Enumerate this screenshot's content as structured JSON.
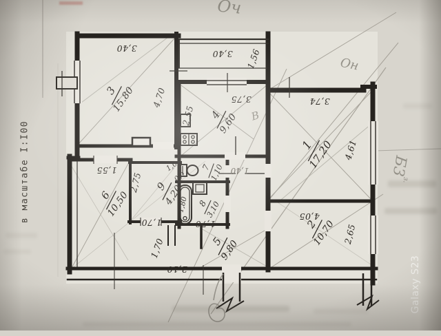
{
  "captions": {
    "scale": "в масштабе I:I00",
    "watermark": "Galaxy S23"
  },
  "rooms": {
    "r1": {
      "num": "1",
      "area": "17,20",
      "dim_top": "3,74",
      "dim_right": "4,61"
    },
    "r2": {
      "num": "2",
      "area": "10,70",
      "dim_top": "4,05",
      "dim_right": "2,65"
    },
    "r3": {
      "num": "3",
      "area": "15.80",
      "dim_top": "3,40",
      "dim_right": "4,70"
    },
    "r4": {
      "num": "4",
      "area": "9,60",
      "dim_top": "3,75",
      "dim_left": "2,55"
    },
    "r5": {
      "num": "5",
      "area": "9,80"
    },
    "r6": {
      "num": "6",
      "area": "10,50",
      "dim_top": "1,55"
    },
    "r7": {
      "num": "7",
      "area": "1,10"
    },
    "r8": {
      "num": "8",
      "area": "3,10",
      "dim_bottom": "1,70",
      "tub_length": "1,80"
    },
    "r9": {
      "num": "9",
      "area": "4,20",
      "dim_left": "2,75",
      "dim_top": "1,0",
      "dim_notch": "0,5",
      "dim_door": "1,70"
    }
  },
  "balcony": {
    "dim_width": "3,40",
    "dim_depth": "1,56"
  },
  "hall": {
    "dim_passage": "1,70",
    "dim_bottom": "2,10",
    "dim_corridor": "1,40"
  },
  "pencil_notes": {
    "top": "Оч",
    "upper_right": "Он",
    "right_side": "Б3",
    "right_side_small": "з.",
    "room4_letter": "В"
  }
}
